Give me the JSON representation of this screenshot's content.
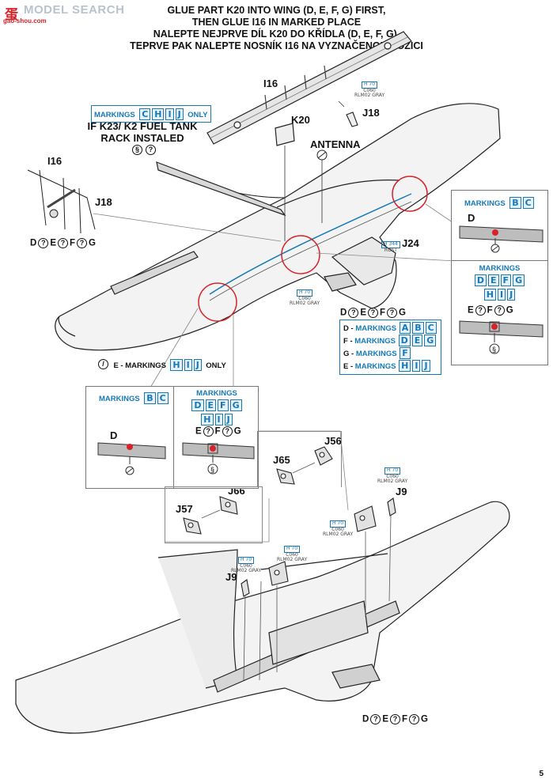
{
  "watermark": {
    "logo": "蛋",
    "text": "MODEL SEARCH",
    "url": "gao-shou.com"
  },
  "instruction_lines": [
    "GLUE PART K20 INTO WING (D, E, F, G) FIRST,",
    "THEN GLUE I16 IN MARKED PLACE",
    "NALEPTE NEJPRVE DÍL K20 DO KŘÍDLA (D, E, F, G),",
    "TEPRVE PAK NALEPTE NOSNÍK I16 NA VYZNAČENOU POZICI"
  ],
  "labels": {
    "i16_top": "I16",
    "k20": "K20",
    "j18_top": "J18",
    "antenna": "ANTENNA",
    "i16_left": "I16",
    "j18_left": "J18",
    "j24": "J24",
    "j56": "J56",
    "j65": "J65",
    "j66": "J66",
    "j57": "J57",
    "j9_right": "J9",
    "j9_left": "J9"
  },
  "fuel_tank_note": {
    "markings_prefix": "MARKINGS",
    "markings": [
      "C",
      "H",
      "I",
      "J"
    ],
    "markings_suffix": "ONLY",
    "line1": "IF K23/ K2 FUEL TANK",
    "line2": "RACK INSTALED"
  },
  "options_row": {
    "letters": [
      "D",
      "E",
      "F",
      "G"
    ]
  },
  "paints": [
    {
      "code": "H 70",
      "line1": "C060",
      "line2": "RLM02 GRAY"
    },
    {
      "code": "H 344",
      "line1": "RUST",
      "line2": ""
    },
    {
      "code": "H 70",
      "line1": "C060",
      "line2": "RLM02 GRAY"
    },
    {
      "code": "H 70",
      "line1": "C060",
      "line2": "RLM02 GRAY"
    },
    {
      "code": "H 70",
      "line1": "C060",
      "line2": "RLM02 GRAY"
    },
    {
      "code": "H 70",
      "line1": "C060",
      "line2": "RLM02 GRAY"
    },
    {
      "code": "H 70",
      "line1": "C060",
      "line2": "RLM02 GRAY"
    }
  ],
  "marking_table": [
    {
      "letter": "D",
      "dash": "-",
      "word": "MARKINGS",
      "marks": [
        "A",
        "B",
        "C"
      ]
    },
    {
      "letter": "F",
      "dash": "-",
      "word": "MARKINGS",
      "marks": [
        "D",
        "E",
        "G"
      ]
    },
    {
      "letter": "G",
      "dash": "-",
      "word": "MARKINGS",
      "marks": [
        "F"
      ]
    },
    {
      "letter": "E",
      "dash": "-",
      "word": "MARKINGS",
      "marks": [
        "H",
        "I",
        "J"
      ]
    }
  ],
  "e_markings_note": {
    "prefix": "E - MARKINGS",
    "marks": [
      "H",
      "I",
      "J"
    ],
    "suffix": "ONLY"
  },
  "right_panel": {
    "top_title": "MARKINGS",
    "top_marks": [
      "B",
      "C"
    ],
    "top_letter": "D",
    "bottom_title": "MARKINGS",
    "bottom_marks_row1": [
      "D",
      "E",
      "F",
      "G"
    ],
    "bottom_marks_row2": [
      "H",
      "I",
      "J"
    ],
    "bottom_letters": [
      "E",
      "F",
      "G"
    ]
  },
  "middle_panel": {
    "left_title": "MARKINGS",
    "left_marks": [
      "B",
      "C"
    ],
    "left_letter": "D",
    "right_title": "MARKINGS",
    "right_marks_row1": [
      "D",
      "E",
      "F",
      "G"
    ],
    "right_marks_row2": [
      "H",
      "I",
      "J"
    ],
    "right_letters": [
      "E",
      "F",
      "G"
    ]
  },
  "option_glyph": "?",
  "page_number": "5",
  "colors": {
    "accent_blue": "#1779b8",
    "highlight_red": "#d6232a",
    "panel_gray": "#bdbdbd"
  }
}
